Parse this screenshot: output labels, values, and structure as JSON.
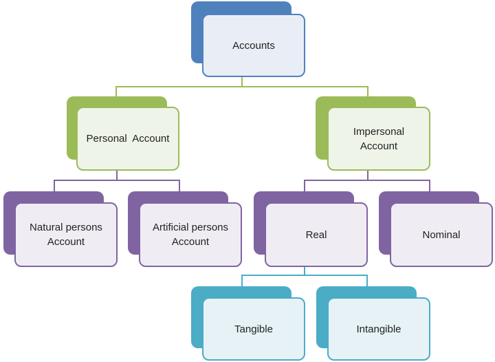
{
  "colors": {
    "level0": "#4f81bd",
    "level1": "#9bbb59",
    "level2": "#8064a2",
    "level3": "#4bacc6"
  },
  "nodes": {
    "root": {
      "lines": [
        "Accounts"
      ]
    },
    "personal": {
      "lines": [
        "Personal  Account"
      ]
    },
    "impersonal": {
      "lines": [
        "Impersonal",
        "Account"
      ]
    },
    "natural": {
      "lines": [
        "Natural persons",
        "Account"
      ]
    },
    "artificial": {
      "lines": [
        "Artificial persons",
        "Account"
      ]
    },
    "real": {
      "lines": [
        "Real"
      ]
    },
    "nominal": {
      "lines": [
        "Nominal"
      ]
    },
    "tangible": {
      "lines": [
        "Tangible"
      ]
    },
    "intangible": {
      "lines": [
        "Intangible"
      ]
    }
  }
}
